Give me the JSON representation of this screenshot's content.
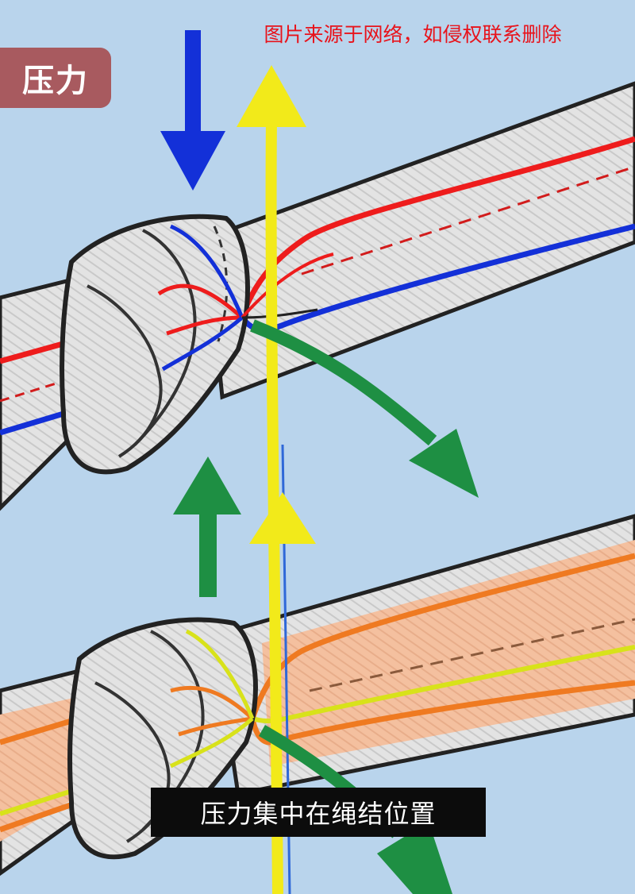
{
  "badge": {
    "label": "压力"
  },
  "watermark": {
    "text": "图片来源于网络，如侵权联系删除"
  },
  "caption": {
    "text": "压力集中在绳结位置"
  },
  "colors": {
    "background": "#b9d4ec",
    "rope": "#e2e2e2",
    "rope_highlight": "#f3a27a",
    "red": "#ee1c1c",
    "blue": "#1330d8",
    "yellow": "#f2ea1a",
    "green": "#1e8f43",
    "orange": "#ef7a21",
    "lime": "#d8e21a"
  },
  "icons": [
    "down-arrow-blue",
    "up-arrow-yellow",
    "diagonal-arrow-green",
    "up-arrow-green"
  ]
}
